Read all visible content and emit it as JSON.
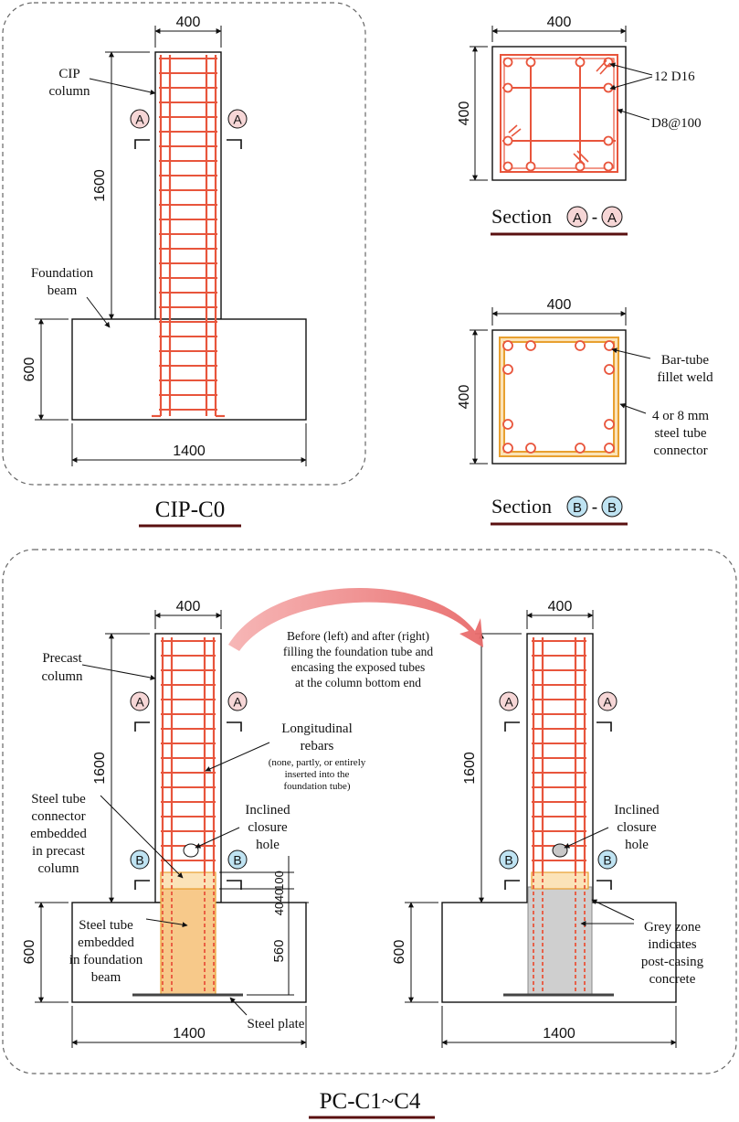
{
  "colors": {
    "rebar": "#e8553c",
    "tube_fill": "#fbe3b8",
    "tube_fill_dark": "#f7c98a",
    "tube_outline": "#e8a030",
    "grey_zone": "#cfcfcf",
    "circle_a": "#f6d6d6",
    "circle_b": "#bfe3f2",
    "arrow_pink": "#f08080",
    "title_underline": "#5a1010",
    "dashed_border": "#666666"
  },
  "panels": {
    "cip": {
      "title": "CIP-C0",
      "width_label": "400",
      "height_label": "1600",
      "beam_height_label": "600",
      "beam_width_label": "1400",
      "column_label": "CIP\ncolumn",
      "beam_label": "Foundation\nbeam",
      "section_marker": "A"
    },
    "section_a": {
      "title_prefix": "Section",
      "marker": "A",
      "dash": "-",
      "width_label": "400",
      "height_label": "400",
      "rebar_label": "12 D16",
      "stirrup_label": "D8@100"
    },
    "section_b": {
      "title_prefix": "Section",
      "marker": "B",
      "dash": "-",
      "width_label": "400",
      "height_label": "400",
      "weld_label": "Bar-tube\nfillet weld",
      "tube_label": "4 or 8 mm\nsteel tube\nconnector"
    },
    "pc": {
      "title": "PC-C1~C4",
      "width_label": "400",
      "height_label": "1600",
      "beam_height_label": "600",
      "beam_width_label": "1400",
      "dim_100": "100",
      "dim_40a": "40",
      "dim_40b": "40",
      "dim_560": "560",
      "precast_label": "Precast\ncolumn",
      "long_rebar_label": "Longitudinal\nrebars",
      "long_rebar_note": "(none, partly, or entirely\ninserted into the\nfoundation tube)",
      "tube_connector_label": "Steel tube\nconnector\nembedded\nin precast\ncolumn",
      "inclined_hole_label": "Inclined\nclosure\nhole",
      "tube_embedded_label": "Steel tube\nembedded\nin foundation\nbeam",
      "plate_label": "Steel plate",
      "grey_zone_label": "Grey zone\nindicates\npost-casing\nconcrete",
      "arrow_note": "Before (left) and after (right)\nfilling the foundation tube and\nencasing the exposed tubes\nat the column bottom end",
      "marker_a": "A",
      "marker_b": "B"
    }
  }
}
